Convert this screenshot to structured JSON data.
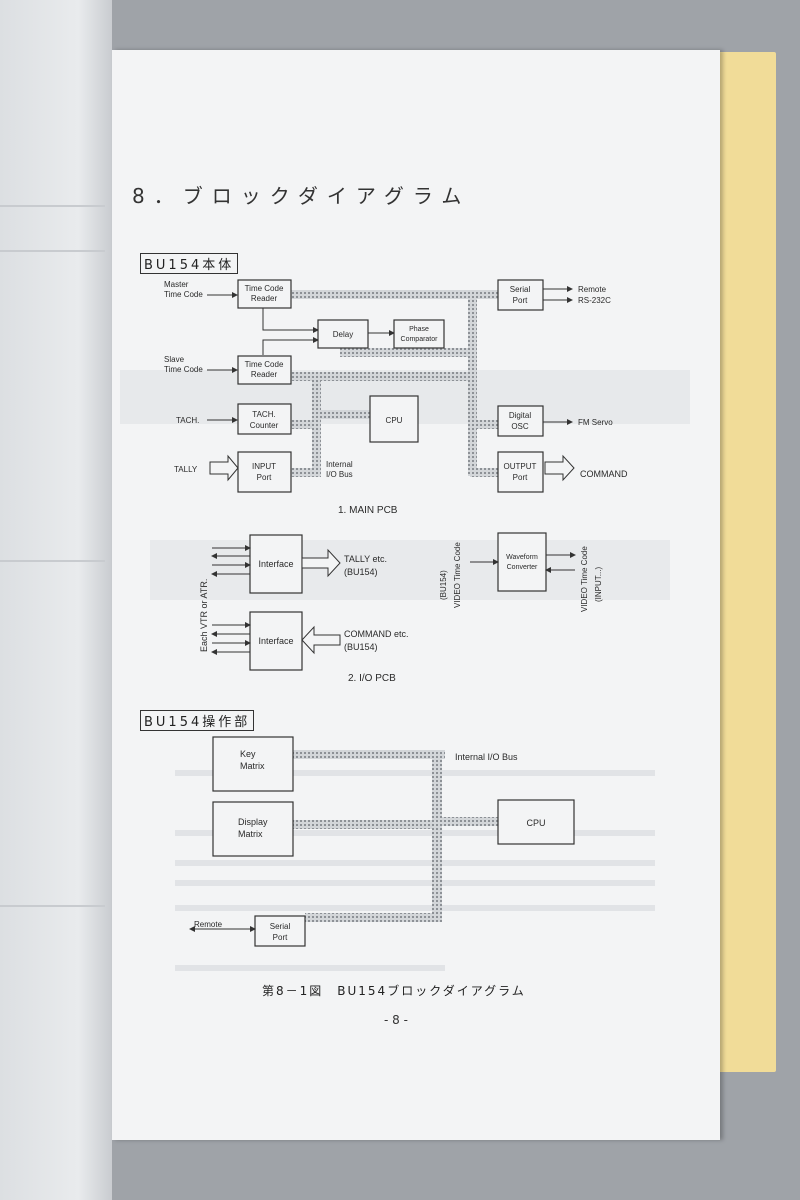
{
  "page": {
    "heading": "8．ブロックダイアグラム",
    "figure_caption": "第8－1図　BU154ブロックダイアグラム",
    "page_number": "- 8 -"
  },
  "main_unit": {
    "label": "BU154本体",
    "pcb1_title": "1. MAIN PCB",
    "inputs": {
      "master": "Master",
      "master_tc": "Time Code",
      "slave": "Slave",
      "slave_tc": "Time Code",
      "tach": "TACH.",
      "tally": "TALLY"
    },
    "blocks": {
      "tc_reader1_l1": "Time Code",
      "tc_reader1_l2": "Reader",
      "tc_reader2_l1": "Time Code",
      "tc_reader2_l2": "Reader",
      "delay": "Delay",
      "phase_l1": "Phase",
      "phase_l2": "Comparator",
      "tach_l1": "TACH.",
      "tach_l2": "Counter",
      "cpu": "CPU",
      "input_l1": "INPUT",
      "input_l2": "Port",
      "serial_l1": "Serial",
      "serial_l2": "Port",
      "digital_l1": "Digital",
      "digital_l2": "OSC",
      "output_l1": "OUTPUT",
      "output_l2": "Port"
    },
    "bus_l1": "Internal",
    "bus_l2": "I/O Bus",
    "outputs": {
      "remote": "Remote",
      "rs232c": "RS-232C",
      "fm_servo": "FM Servo",
      "command": "COMMAND"
    },
    "pcb2_title": "2. I/O PCB",
    "io": {
      "side_label": "Each VTR or ATR.",
      "interface1": "Interface",
      "interface2": "Interface",
      "tally_etc": "TALLY etc.",
      "tally_bu": "(BU154)",
      "command_etc": "COMMAND etc.",
      "command_bu": "(BU154)",
      "video_tc_left_l1": "(BU154)",
      "video_tc_left_l2": "VIDEO Time Code",
      "waveform_l1": "Waveform",
      "waveform_l2": "Converter",
      "video_tc_right_l1": "VIDEO Time Code",
      "video_tc_right_l2": "(INPUT...)"
    }
  },
  "operation_unit": {
    "label": "BU154操作部",
    "key_l1": "Key",
    "key_l2": "Matrix",
    "display_l1": "Display",
    "display_l2": "Matrix",
    "cpu": "CPU",
    "bus": "Internal I/O Bus",
    "remote": "Remote",
    "serial_l1": "Serial",
    "serial_l2": "Port"
  }
}
